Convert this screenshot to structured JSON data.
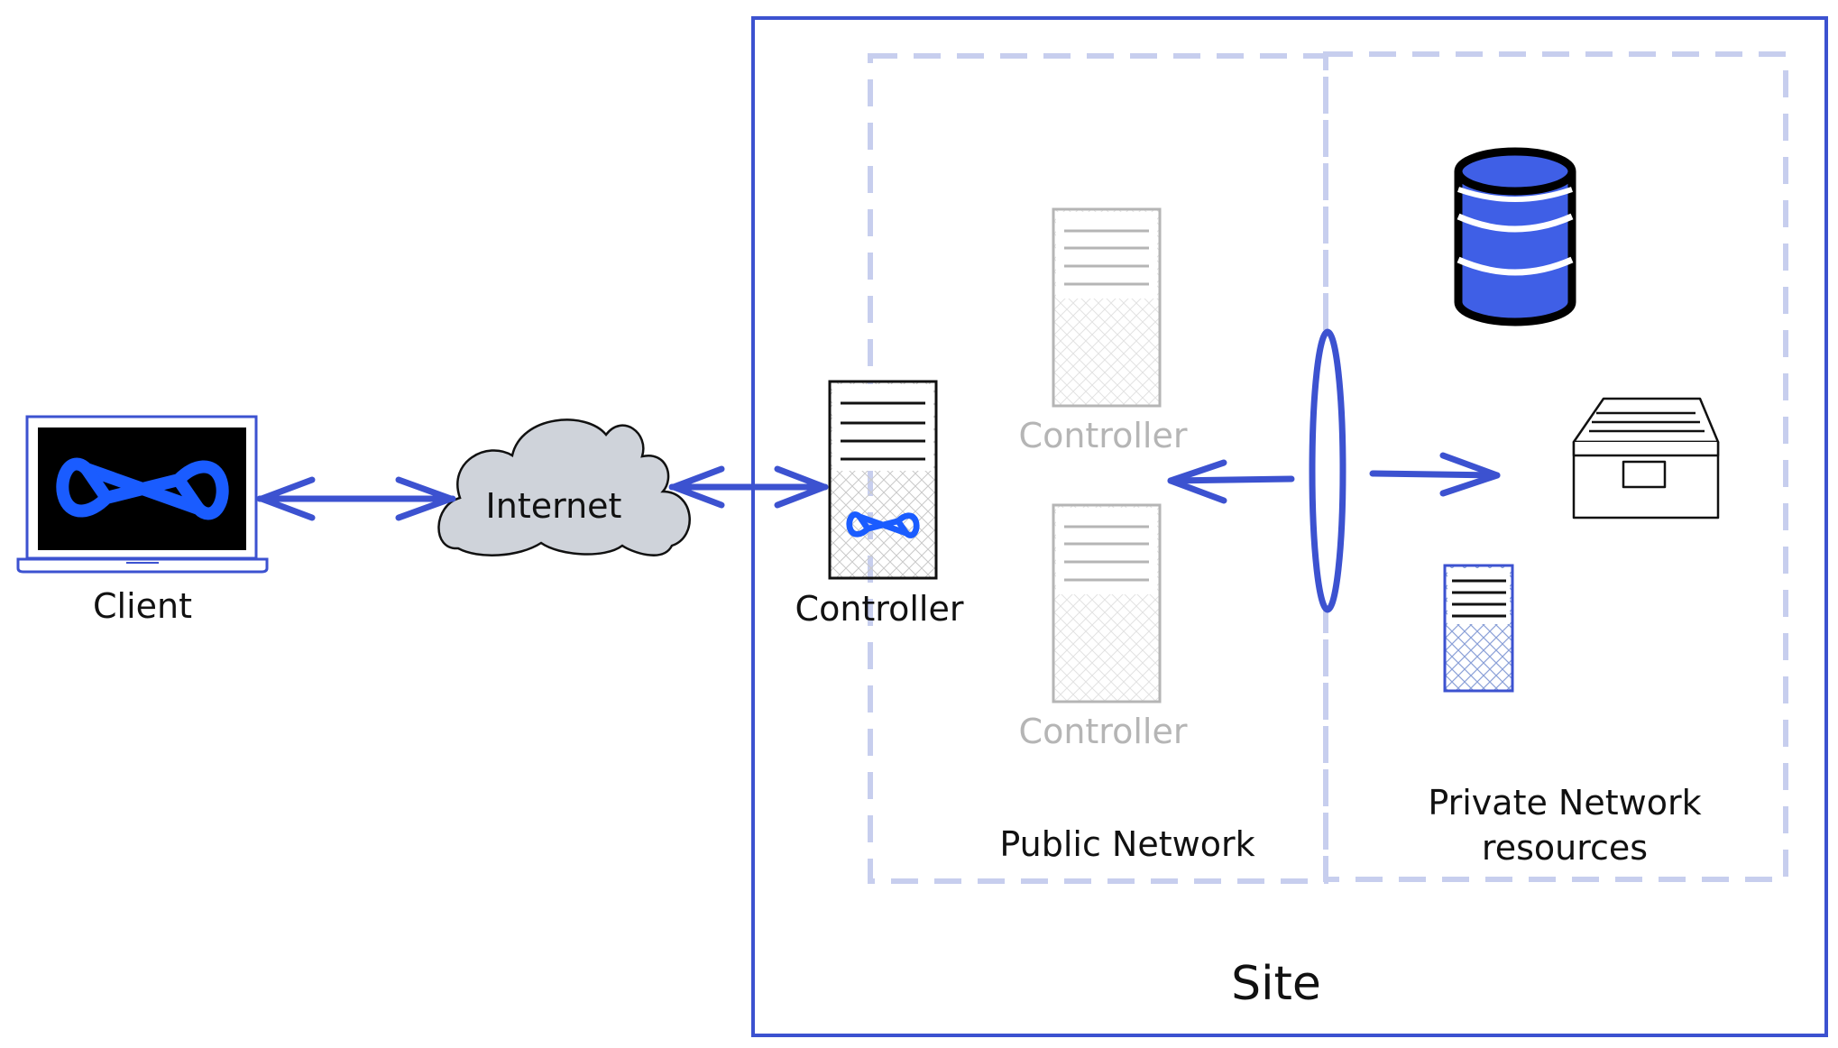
{
  "labels": {
    "client": "Client",
    "internet": "Internet",
    "controller_main": "Controller",
    "controller_faded_1": "Controller",
    "controller_faded_2": "Controller",
    "public_network": "Public Network",
    "private_network_line1": "Private Network",
    "private_network_line2": "resources",
    "site": "Site"
  },
  "icons": {
    "client": "laptop-icon",
    "internet": "cloud-icon",
    "controller_main": "server-icon",
    "controller_faded": "server-icon",
    "database": "database-icon",
    "file_cabinet": "file-drawer-icon",
    "resource_server": "server-icon",
    "logo": "infinity-logo-icon"
  },
  "colors": {
    "accent_blue": "#3c52d0",
    "zone_dashed": "#c7ceee",
    "logo_blue": "#1a5cff",
    "cloud_fill": "#cfd3da",
    "faded_gray": "#b5b5b5",
    "ink": "#111111"
  }
}
